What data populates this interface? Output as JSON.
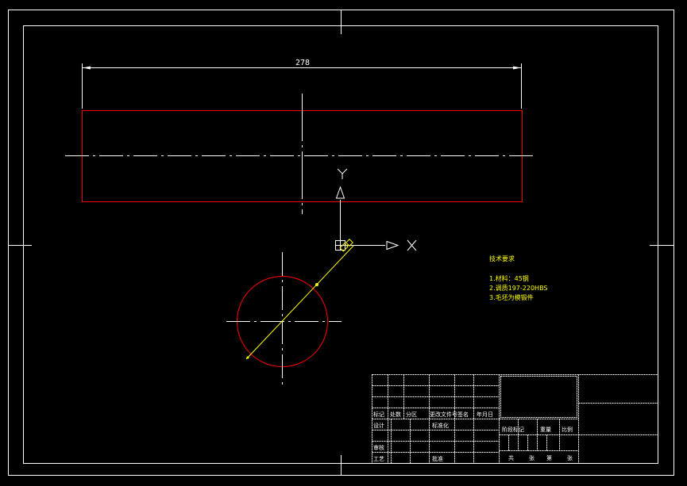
{
  "drawing": {
    "dimension_label": "278",
    "ucs": {
      "x_label": "X",
      "y_label": "Y"
    },
    "tech_requirements": {
      "title": "技术要求",
      "items": [
        "1.材料：45钢",
        "2.调质197-220HBS",
        "3.毛坯为模锻件"
      ]
    },
    "title_block": {
      "row_labels": [
        "标记",
        "处数",
        "分区",
        "更改文件号",
        "签名",
        "年月日"
      ],
      "mid_labels": [
        "设计",
        "标准化"
      ],
      "bottom_labels": [
        "审核",
        "工艺",
        "批准"
      ],
      "stage_labels": [
        "阶段标记",
        "重量",
        "比例"
      ],
      "sheet_labels": [
        "共",
        "张",
        "第",
        "张"
      ]
    },
    "colors": {
      "background": "#000000",
      "frame": "#ffffff",
      "geometry": "#ff0000",
      "centerline": "#ffffff",
      "annotation": "#ffff00"
    }
  }
}
